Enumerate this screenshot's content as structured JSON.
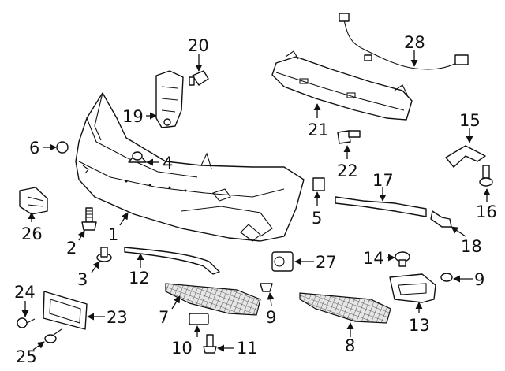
{
  "callouts": {
    "c1": "1",
    "c2": "2",
    "c3": "3",
    "c4": "4",
    "c5": "5",
    "c6": "6",
    "c7": "7",
    "c8": "8",
    "c9a": "9",
    "c9b": "9",
    "c10": "10",
    "c11": "11",
    "c12": "12",
    "c13": "13",
    "c14": "14",
    "c15": "15",
    "c16": "16",
    "c17": "17",
    "c18": "18",
    "c19": "19",
    "c20": "20",
    "c21": "21",
    "c22": "22",
    "c23": "23",
    "c24": "24",
    "c25": "25",
    "c26": "26",
    "c27": "27",
    "c28": "28"
  }
}
